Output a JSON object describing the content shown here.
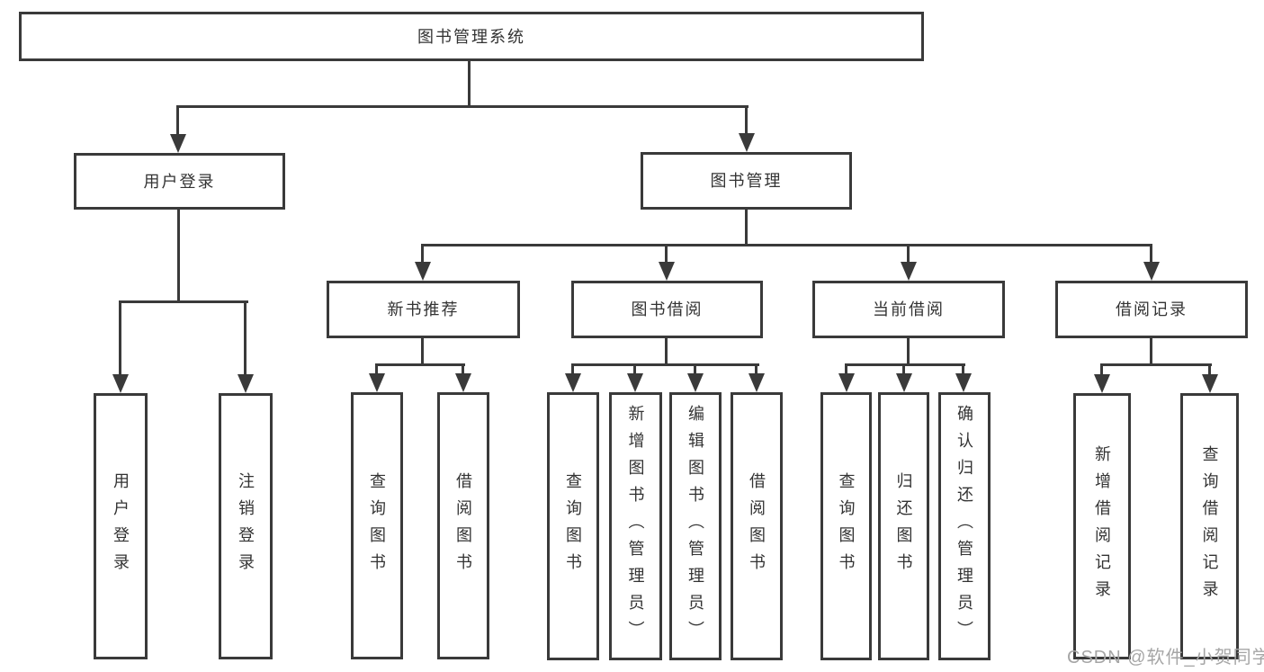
{
  "diagram": {
    "root": "图书管理系统",
    "level2": {
      "userLogin": "用户登录",
      "bookMgmt": "图书管理"
    },
    "level3": {
      "newBook": "新书推荐",
      "bookBorrow": "图书借阅",
      "currentBorrow": "当前借阅",
      "borrowRecords": "借阅记录"
    },
    "leaves": {
      "userLogin1": "用户登录",
      "userLogin2": "注销登录",
      "newBook1": "查询图书",
      "newBook2": "借阅图书",
      "bookBorrow1": "查询图书",
      "bookBorrow2": "新增图书（管理员）",
      "bookBorrow3": "编辑图书（管理员）",
      "bookBorrow4": "借阅图书",
      "currentBorrow1": "查询图书",
      "currentBorrow2": "归还图书",
      "currentBorrow3": "确认归还（管理员）",
      "borrowRecords1": "新增借阅记录",
      "borrowRecords2": "查询借阅记录"
    },
    "watermark": "CSDN @软件_小贺同学",
    "colors": {
      "line": "#3a3a3a",
      "text": "#333333",
      "watermark": "#a6a6a6",
      "background": "#ffffff"
    }
  }
}
